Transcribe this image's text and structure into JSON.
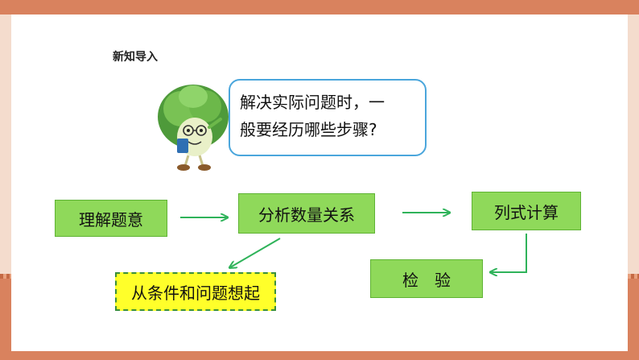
{
  "slide": {
    "title": "新知导入",
    "bubble": {
      "line1": "解决实际问题时，一",
      "line2": "般要经历哪些步骤?"
    },
    "steps": {
      "understand": "理解题意",
      "analyze": "分析数量关系",
      "compute": "列式计算",
      "check": "检　验",
      "hint": "从条件和问题想起"
    }
  },
  "colors": {
    "box_fill": "#8fd95a",
    "box_border": "#5fb334",
    "hint_fill": "#ffff2a",
    "arrow": "#2fb35a",
    "bubble_border": "#4aa6dc",
    "frame": "#d9825e"
  },
  "icons": {
    "character": "cabbage-mascot-with-glasses-and-book"
  }
}
